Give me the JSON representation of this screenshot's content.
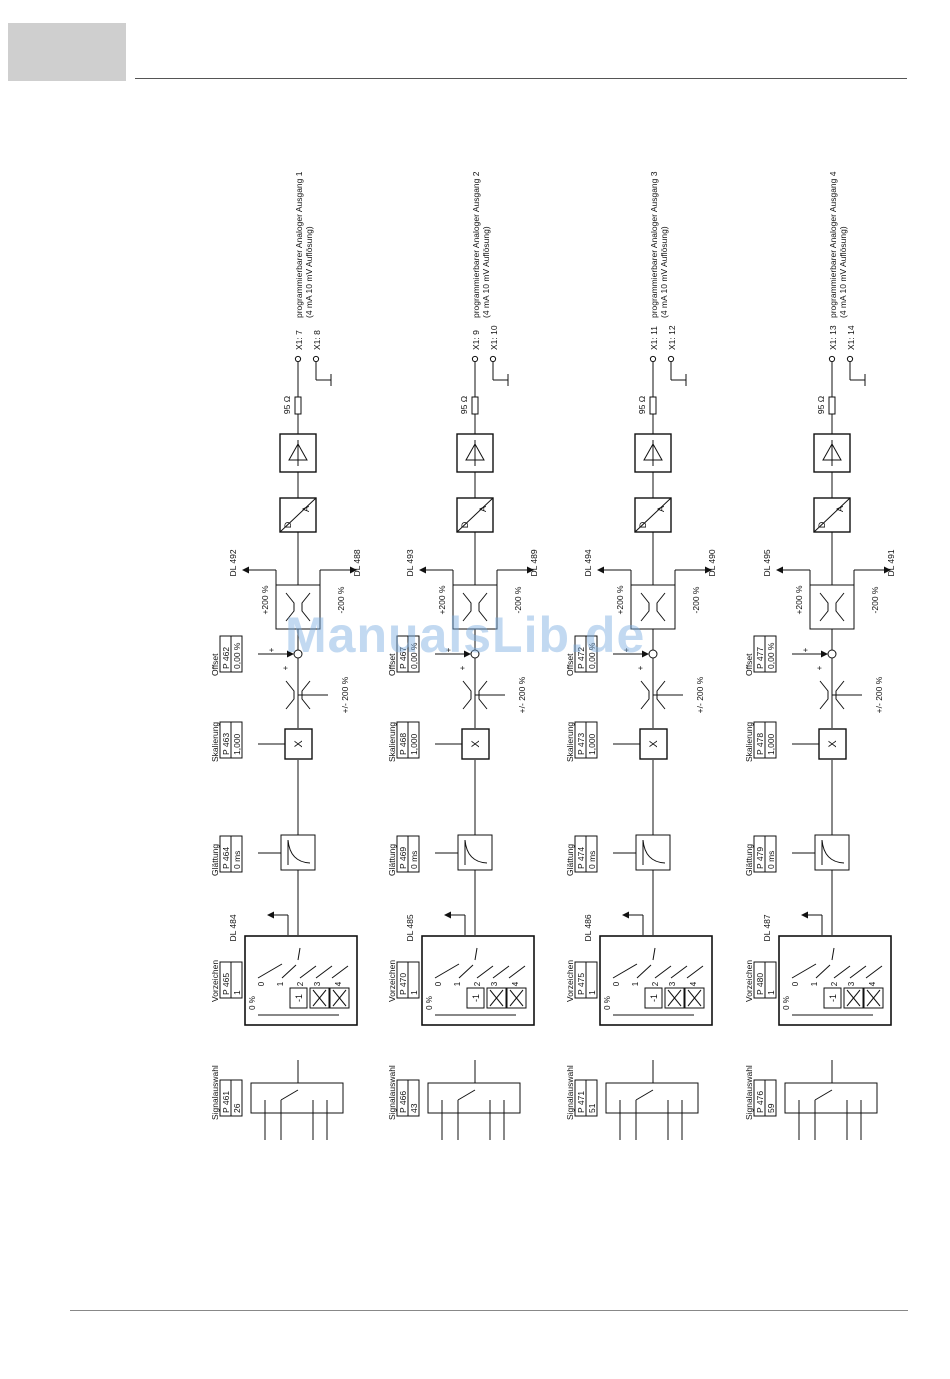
{
  "page": {
    "watermark": "ManualsLib.de"
  },
  "channels": [
    {
      "signal_param": "P 461",
      "signal_value": "26",
      "sign_param": "P 465",
      "sign_value": "1",
      "dl_sign": "DL 484",
      "smooth_param": "P 464",
      "smooth_value": "0 ms",
      "scale_param": "P 463",
      "scale_value": "1,000",
      "offset_param": "P 462",
      "offset_value": "0,00 %",
      "dl_upper": "DL 492",
      "dl_lower": "DL 488",
      "term_a": "X1: 7",
      "term_b": "X1: 8",
      "title": "programmierbarer Analoger Ausgang 1"
    },
    {
      "signal_param": "P 466",
      "signal_value": "43",
      "sign_param": "P 470",
      "sign_value": "1",
      "dl_sign": "DL 485",
      "smooth_param": "P 469",
      "smooth_value": "0 ms",
      "scale_param": "P 468",
      "scale_value": "1,000",
      "offset_param": "P 467",
      "offset_value": "0,00 %",
      "dl_upper": "DL 493",
      "dl_lower": "DL 489",
      "term_a": "X1: 9",
      "term_b": "X1: 10",
      "title": "programmierbarer Analoger Ausgang 2"
    },
    {
      "signal_param": "P 471",
      "signal_value": "51",
      "sign_param": "P 475",
      "sign_value": "1",
      "dl_sign": "DL 486",
      "smooth_param": "P 474",
      "smooth_value": "0 ms",
      "scale_param": "P 473",
      "scale_value": "1,000",
      "offset_param": "P 472",
      "offset_value": "0,00 %",
      "dl_upper": "DL 494",
      "dl_lower": "DL 490",
      "term_a": "X1: 11",
      "term_b": "X1: 12",
      "title": "programmierbarer Analoger Ausgang 3"
    },
    {
      "signal_param": "P 476",
      "signal_value": "59",
      "sign_param": "P 480",
      "sign_value": "1",
      "dl_sign": "DL 487",
      "smooth_param": "P 479",
      "smooth_value": "0 ms",
      "scale_param": "P 478",
      "scale_value": "1,000",
      "offset_param": "P 477",
      "offset_value": "0,00 %",
      "dl_upper": "DL 495",
      "dl_lower": "DL 491",
      "term_a": "X1: 13",
      "term_b": "X1: 14",
      "title": "programmierbarer Analoger Ausgang 4"
    }
  ],
  "labels": {
    "signalauswahl": "Signalauswahl",
    "vorzeichen": "Vorzeichen",
    "glaettung": "Glättung",
    "skalierung": "Skalierung",
    "offset": "Offset",
    "mult": "X",
    "zero_pct": "0 %",
    "pos0": "0",
    "pos1": "1",
    "pos2": "2",
    "pos3": "3",
    "pos4": "4",
    "minus_one": "-1",
    "limit_pm": "+/- 200 %",
    "plus200": "+200 %",
    "minus200": "-200 %",
    "plus": "+",
    "dac_d": "D",
    "dac_a": "A",
    "resistor": "95 Ω",
    "resolution": "(4 mA  10 mV Auflösung)"
  }
}
